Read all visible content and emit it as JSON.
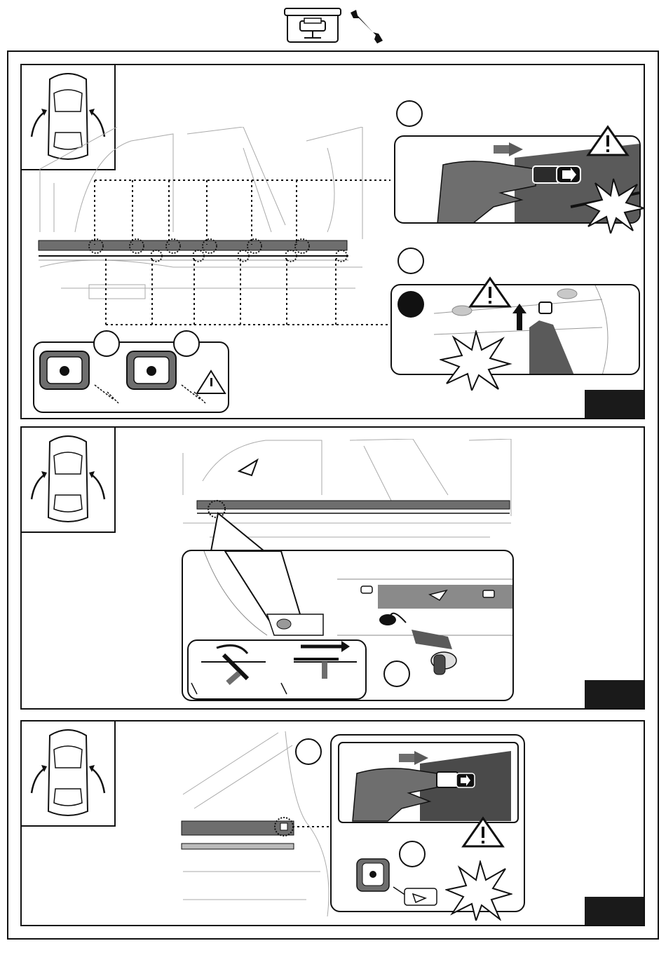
{
  "header": {
    "icons": [
      "garage-lift-icon",
      "wrench-icon"
    ]
  },
  "panels": [
    {
      "id": "panel-1",
      "step_label": "",
      "callouts": [
        "remove-clip",
        "warning-pull-up",
        "clip-detail"
      ]
    },
    {
      "id": "panel-2",
      "step_label": "",
      "callouts": [
        "rear-clip-detail"
      ]
    },
    {
      "id": "panel-3",
      "step_label": "",
      "callouts": [
        "rear-end-clip"
      ]
    }
  ],
  "colors": {
    "ink": "#111111",
    "panel_gray": "#5a5a5a",
    "dark_gray": "#3b3b3b",
    "light_gray": "#d9d9d9"
  }
}
